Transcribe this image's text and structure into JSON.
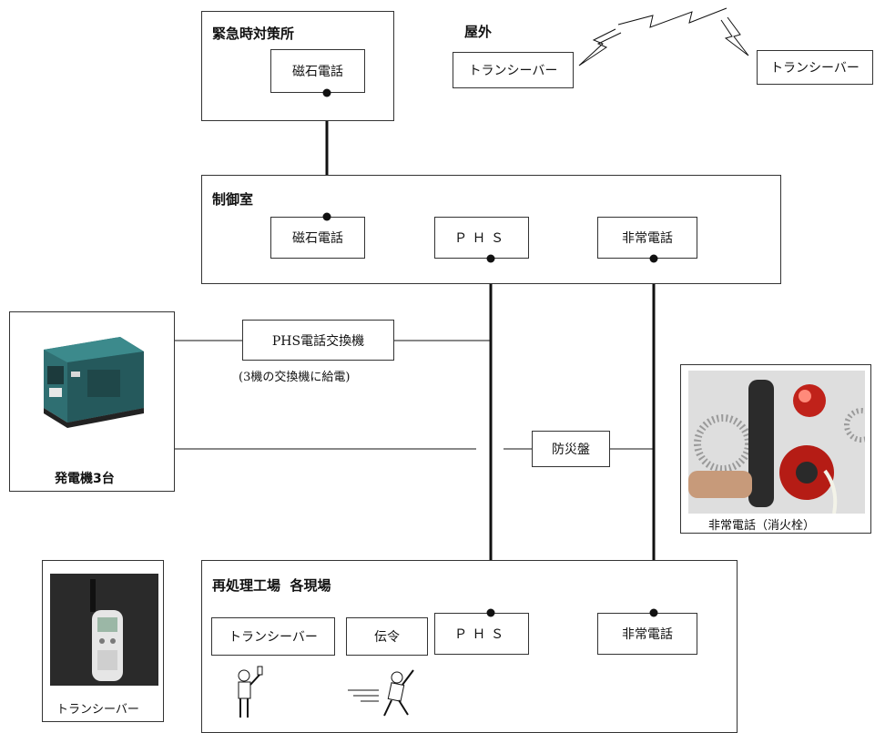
{
  "emergency_hq": {
    "title": "緊急時対策所",
    "phone": "磁石電話"
  },
  "outdoor": {
    "title": "屋外",
    "transceiver_left": "トランシーバー",
    "transceiver_right": "トランシーバー"
  },
  "control_room": {
    "title": "制御室",
    "magneto_phone": "磁石電話",
    "phs": "ＰＨＳ",
    "emergency_phone": "非常電話"
  },
  "generator": {
    "caption": "発電機3台"
  },
  "phs_exchange": {
    "label": "PHS電話交換機",
    "note": "(3機の交換機に給電)"
  },
  "disaster_panel": {
    "label": "防災盤"
  },
  "emergency_phone_photo": {
    "caption": "非常電話（消火栓）"
  },
  "transceiver_photo": {
    "caption": "トランシーバー"
  },
  "plant": {
    "title": "再処理工場  各現場",
    "transceiver": "トランシーバー",
    "messenger": "伝令",
    "phs": "ＰＨＳ",
    "emergency_phone": "非常電話"
  }
}
